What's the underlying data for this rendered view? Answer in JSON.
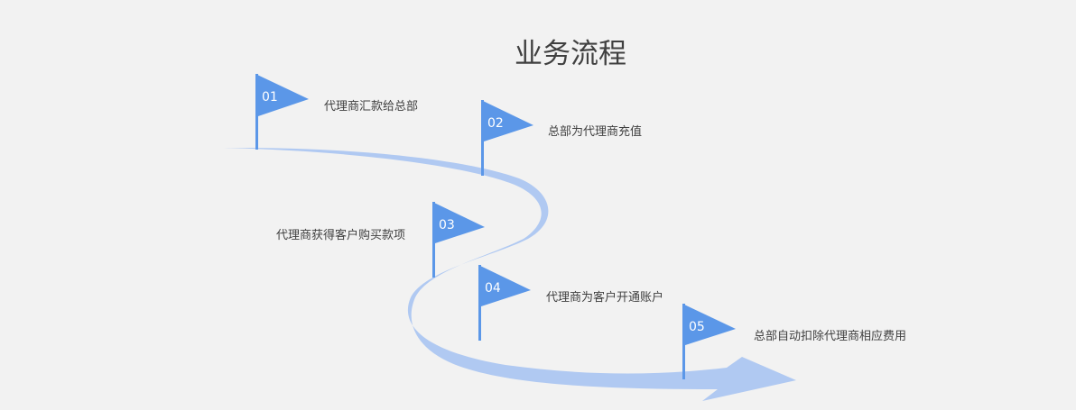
{
  "title": "业务流程",
  "colors": {
    "flag": "#5b97e8",
    "road": "#b0c9f2",
    "text": "#404040"
  },
  "steps": [
    {
      "number": "01",
      "label": "代理商汇款给总部"
    },
    {
      "number": "02",
      "label": "总部为代理商充值"
    },
    {
      "number": "03",
      "label": "代理商获得客户购买款项"
    },
    {
      "number": "04",
      "label": "代理商为客户开通账户"
    },
    {
      "number": "05",
      "label": "总部自动扣除代理商相应费用"
    }
  ]
}
